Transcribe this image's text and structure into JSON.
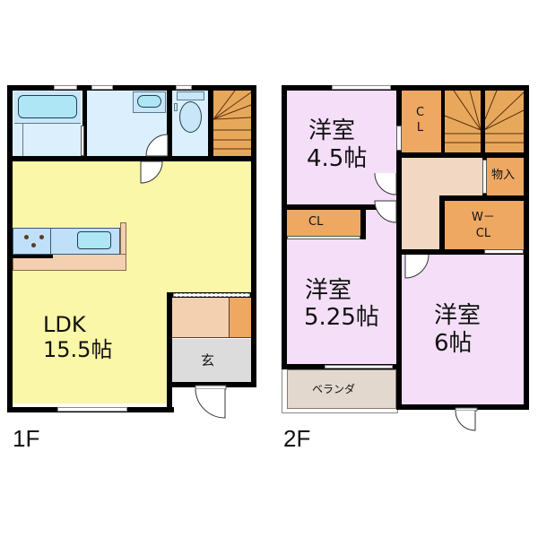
{
  "floors": [
    {
      "label": "1F",
      "rooms": [
        {
          "id": "ldk",
          "name": "LDK",
          "size": "15.5帖",
          "color": "#FAF7A8"
        },
        {
          "id": "bath",
          "name": "",
          "color": "#D9EEFB"
        },
        {
          "id": "washroom",
          "name": "",
          "color": "#DCEFFC"
        },
        {
          "id": "toilet",
          "name": "",
          "color": "#DCEFFC"
        },
        {
          "id": "stairs",
          "name": "",
          "color": "#E8A85C"
        },
        {
          "id": "kitchen",
          "name": "",
          "color": "#BFE0F8"
        },
        {
          "id": "shoe-storage",
          "name": "",
          "color": "#F2D0B0"
        },
        {
          "id": "entrance",
          "name": "玄",
          "color": "#DCDCDC"
        }
      ]
    },
    {
      "label": "2F",
      "rooms": [
        {
          "id": "western-room-1",
          "name": "洋室",
          "size": "4.5帖",
          "color": "#F4DEF8"
        },
        {
          "id": "western-room-2",
          "name": "洋室",
          "size": "5.25帖",
          "color": "#F4DEF8"
        },
        {
          "id": "western-room-3",
          "name": "洋室",
          "size": "6帖",
          "color": "#F4DEF8"
        },
        {
          "id": "closet-1",
          "name": "C\nL",
          "color": "#EEA862"
        },
        {
          "id": "closet-2",
          "name": "CL",
          "color": "#EEA862"
        },
        {
          "id": "walk-in-closet",
          "name": "W－\nCL",
          "color": "#EEA862"
        },
        {
          "id": "storage",
          "name": "物入",
          "color": "#EEA862"
        },
        {
          "id": "hallway",
          "name": "",
          "color": "#F2D8C2"
        },
        {
          "id": "stairs",
          "name": "",
          "color": "#E8A85C"
        },
        {
          "id": "balcony",
          "name": "ベランダ",
          "color": "#E2D8CE"
        }
      ]
    }
  ],
  "colors": {
    "wall": "#000000",
    "ldk": "#FAF7A8",
    "wet": "#DCEFFC",
    "fixture": "#B5E6F8",
    "stairs": "#E8A85C",
    "closet": "#EEA862",
    "western": "#F4DEF8",
    "hall": "#F2D8C2",
    "entrance": "#DCDCDC",
    "balcony": "#E2D8CE"
  }
}
